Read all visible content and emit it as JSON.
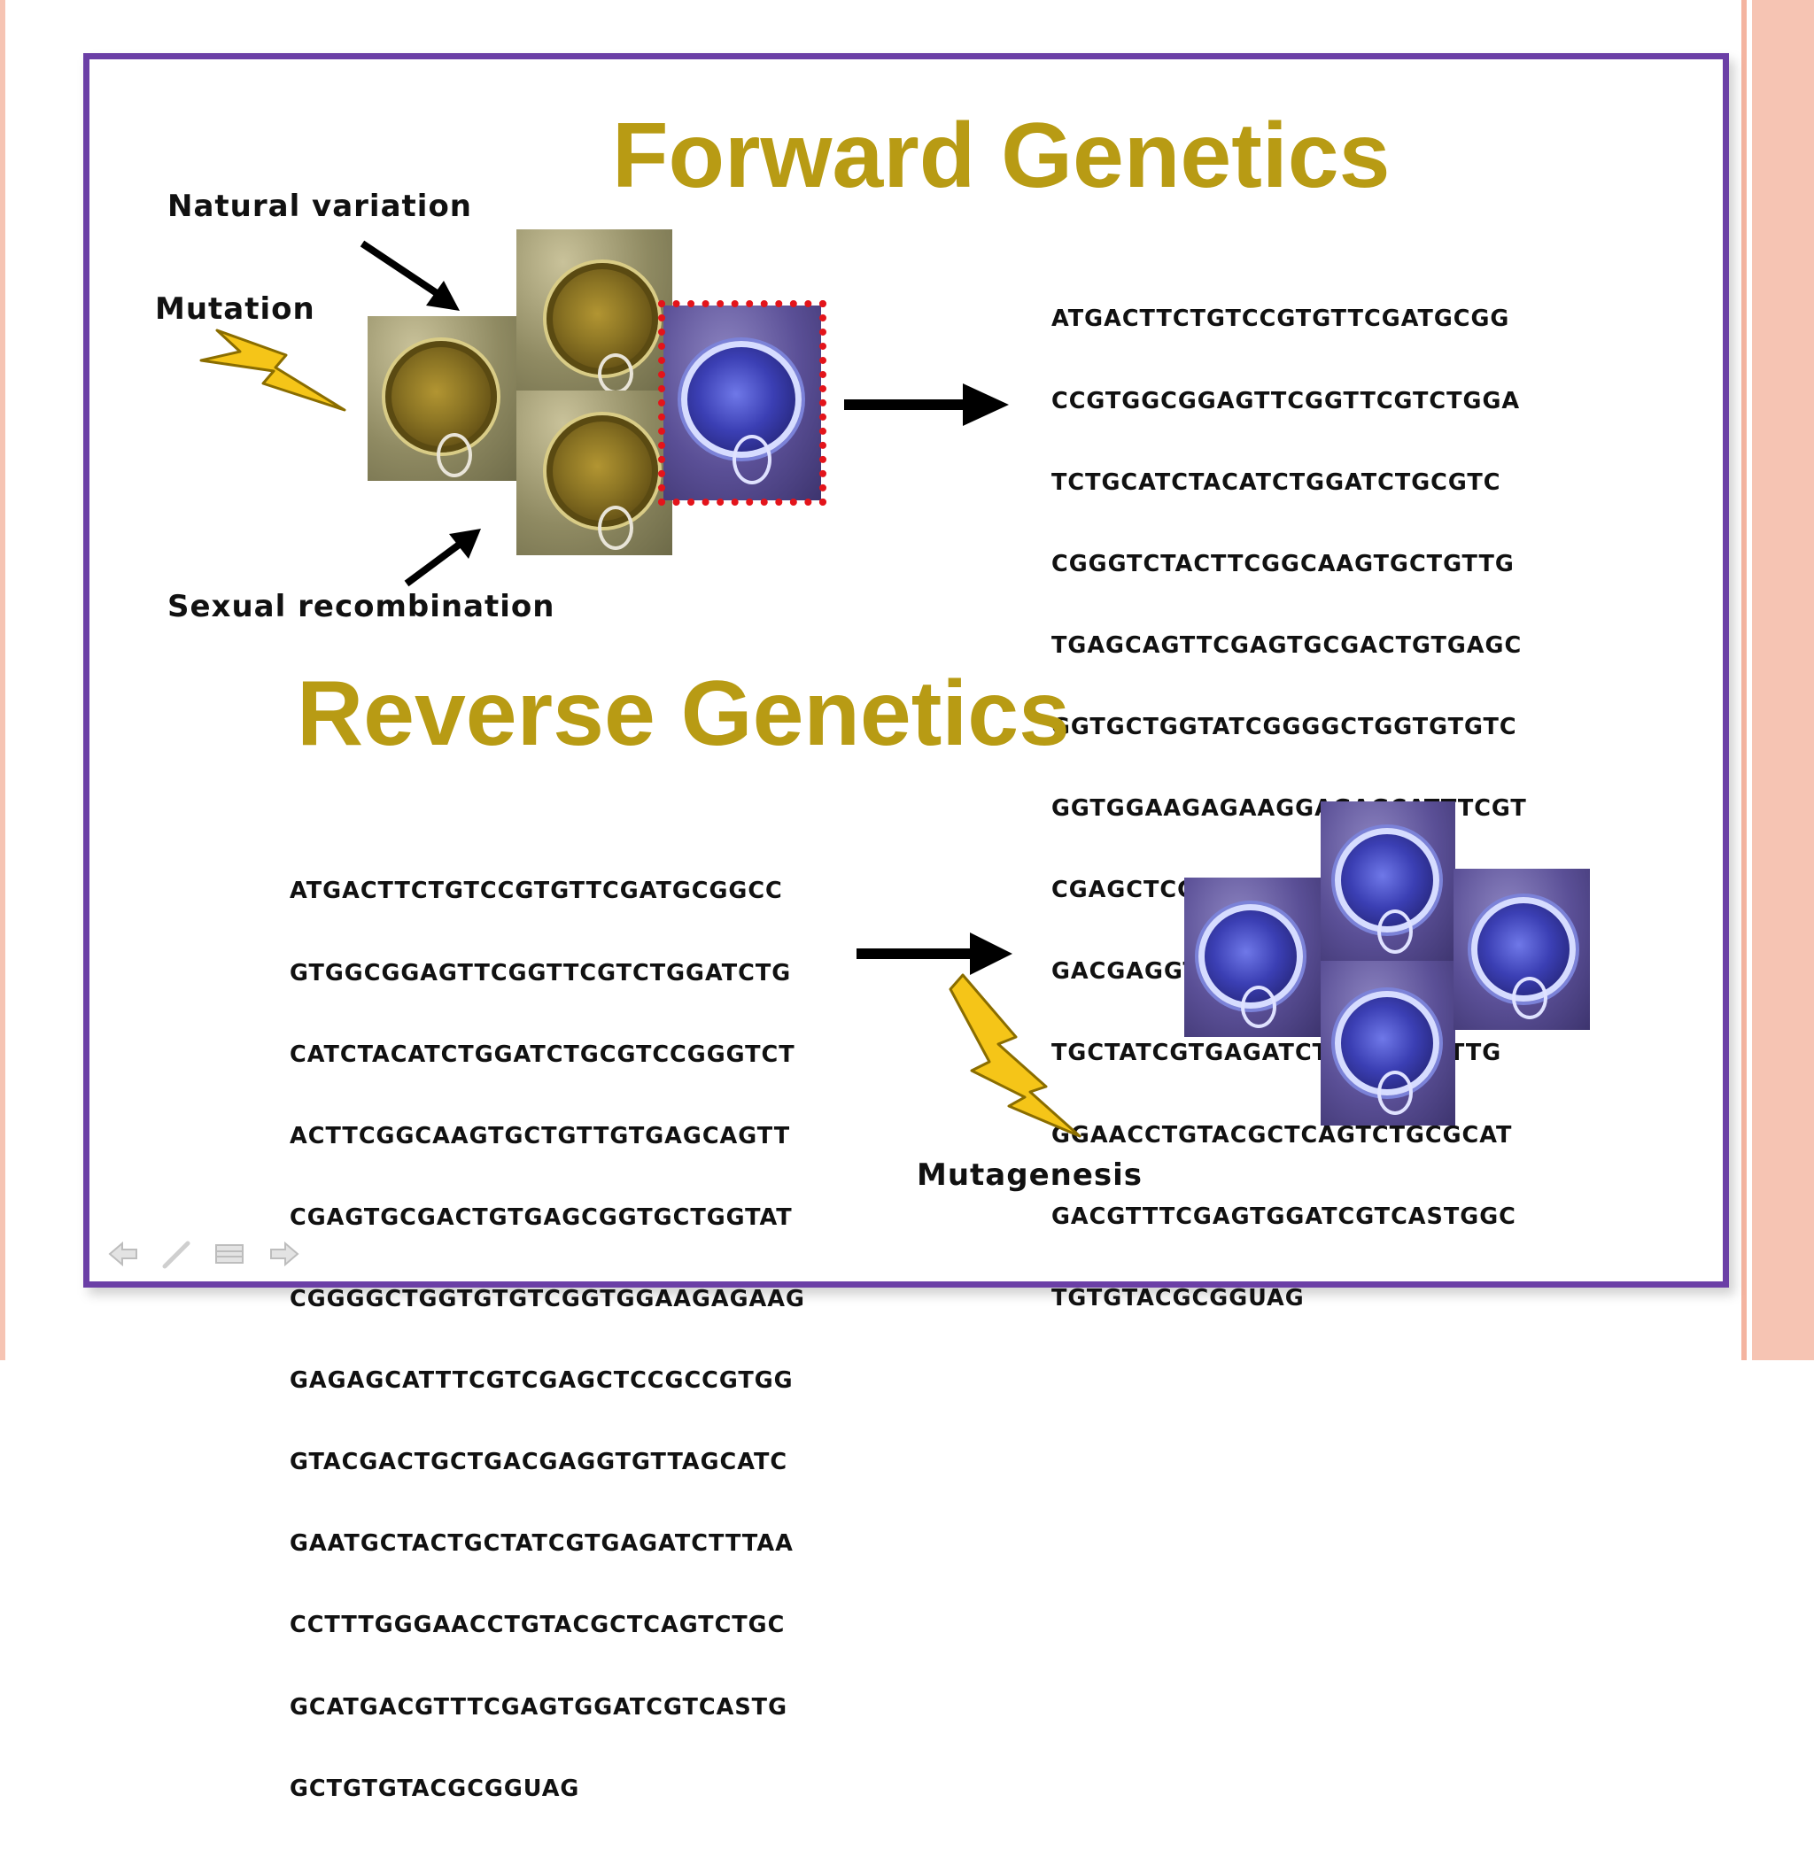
{
  "slide": {
    "forward": {
      "title": "Forward Genetics",
      "labels": {
        "natural_variation": "Natural variation",
        "mutation": "Mutation",
        "sexual_recombination": "Sexual recombination"
      },
      "sequence": [
        "ATGACTTCTGTCCGTGTTCGATGCGG",
        "CCGTGGCGGAGTTCGGTTCGTCTGGA",
        "TCTGCATCTACATCTGGATCTGCGTC",
        "CGGGTCTACTTCGGCAAGTGCTGTTG",
        "TGAGCAGTTCGAGTGCGACTGTGAGC",
        "GGTGCTGGTATCGGGGCTGGTGTGTC",
        "GGTGGAAGAGAAGGAGAGCATTTCGT",
        "CGAGCTCCGCCGTGGGTACGACTGCT",
        "GACGAGGTGTTAGCATCGAATGCTAC",
        "TGCTATCGTGAGATCTTTAACCTTTG",
        "GGAACCTGTACGCTCAGTCTGCGCAT",
        "GACGTTTCGAGTGGATCGTCASTGGC",
        "TGTGTACGCGGUAG"
      ]
    },
    "reverse": {
      "title": "Reverse Genetics",
      "labels": {
        "mutagenesis": "Mutagenesis"
      },
      "sequence": [
        "ATGACTTCTGTCCGTGTTCGATGCGGCC",
        "GTGGCGGAGTTCGGTTCGTCTGGATCTG",
        "CATCTACATCTGGATCTGCGTCCGGGTCT",
        "ACTTCGGCAAGTGCTGTTGTGAGCAGTT",
        "CGAGTGCGACTGTGAGCGGTGCTGGTAT",
        "CGGGGCTGGTGTGTCGGTGGAAGAGAAG",
        "GAGAGCATTTCGTCGAGCTCCGCCGTGG",
        "GTACGACTGCTGACGAGGTGTTAGCATC",
        "GAATGCTACTGCTATCGTGAGATCTTTAA",
        "CCTTTGGGAACCTGTACGCTCAGTCTGC",
        "GCATGACGTTTCGAGTGGATCGTCASTG",
        "GCTGTGTACGCGGUAG"
      ]
    },
    "colors": {
      "title": "#b89b14",
      "border": "#6b3fa6",
      "lightning": "#f5c518",
      "dotted_frame": "#e3141b"
    },
    "icons": {
      "nav": [
        "back-arrow-icon",
        "pen-icon",
        "menu-icon",
        "forward-arrow-icon"
      ],
      "lightning": "lightning-bolt-icon",
      "arrow": "right-arrow-icon"
    }
  }
}
